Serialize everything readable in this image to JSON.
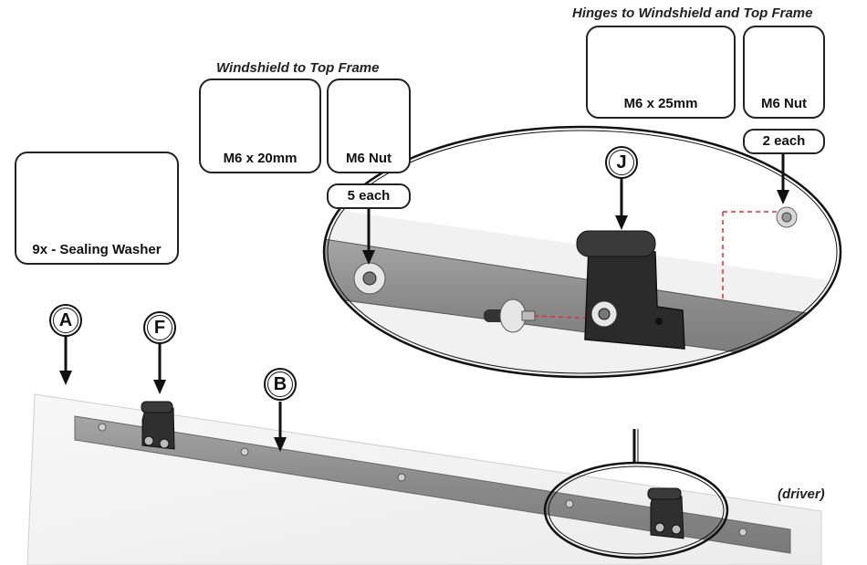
{
  "headings": {
    "windshield_to_frame": "Windshield to Top Frame",
    "hinges_to_frame": "Hinges to Windshield and Top Frame"
  },
  "hardware": {
    "washer": {
      "label": "9x - Sealing Washer"
    },
    "bolt_20": {
      "label": "M6 x 20mm"
    },
    "nut_a": {
      "label": "M6 Nut"
    },
    "qty_a": "5 each",
    "bolt_25": {
      "label": "M6 x 25mm"
    },
    "nut_b": {
      "label": "M6 Nut"
    },
    "qty_b": "2 each"
  },
  "callouts": {
    "a": "A",
    "f": "F",
    "b": "B",
    "j": "J"
  },
  "driver_label": "(driver)",
  "colors": {
    "outline": "#222222",
    "rail": "#8e8e8e",
    "bracket": "#2a2a2a",
    "guide": "#e03030",
    "panel": "#f2f2f2"
  }
}
